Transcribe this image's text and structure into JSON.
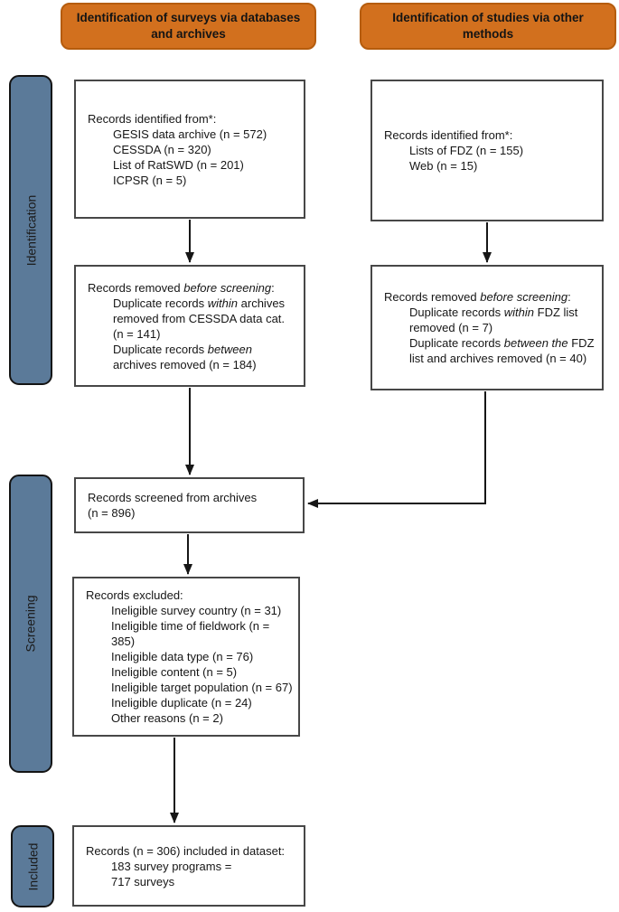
{
  "colors": {
    "accent": "#d2701e",
    "accent_border": "#b55c0d",
    "stage_blue": "#5b7a99"
  },
  "headers": {
    "left": "Identification of surveys via databases and archives",
    "right": "Identification of studies via other methods"
  },
  "stages": {
    "identification": "Identification",
    "screening": "Screening",
    "included": "Included"
  },
  "boxes": {
    "left_identified": {
      "title": "Records identified from*:",
      "items": [
        "GESIS data archive (n = 572)",
        "CESSDA (n = 320)",
        "List of RatSWD (n = 201)",
        "ICPSR (n = 5)"
      ]
    },
    "right_identified": {
      "title": "Records identified from*:",
      "items": [
        "Lists of FDZ (n = 155)",
        "Web (n = 15)"
      ]
    },
    "left_removed": {
      "title": [
        {
          "t": "Records removed "
        },
        {
          "t": "before screening",
          "i": true
        },
        {
          "t": ":"
        }
      ],
      "items": [
        [
          {
            "t": "Duplicate records "
          },
          {
            "t": "within",
            "i": true
          },
          {
            "t": " archives removed from CESSDA data cat. (n = 141)"
          }
        ],
        [
          {
            "t": "Duplicate records "
          },
          {
            "t": "between",
            "i": true
          },
          {
            "t": " archives removed (n = 184)"
          }
        ]
      ]
    },
    "right_removed": {
      "title": [
        {
          "t": "Records removed "
        },
        {
          "t": "before screening",
          "i": true
        },
        {
          "t": ":"
        }
      ],
      "items": [
        [
          {
            "t": "Duplicate records "
          },
          {
            "t": "within",
            "i": true
          },
          {
            "t": " FDZ list removed (n = 7)"
          }
        ],
        [
          {
            "t": "Duplicate records "
          },
          {
            "t": "between the",
            "i": true
          },
          {
            "t": " FDZ list and archives removed (n = 40)"
          }
        ]
      ]
    },
    "screened": {
      "line1": "Records screened from archives",
      "line2": "(n = 896)"
    },
    "excluded": {
      "title": "Records excluded:",
      "items": [
        "Ineligible survey country (n = 31)",
        "Ineligible time of fieldwork (n = 385)",
        "Ineligible data type (n = 76)",
        "Ineligible content (n = 5)",
        "Ineligible target population (n = 67)",
        "Ineligible duplicate (n = 24)",
        "Other reasons (n = 2)"
      ]
    },
    "included": {
      "title": "Records (n = 306) included in dataset:",
      "items": [
        "183 survey programs =",
        "717 surveys"
      ]
    }
  }
}
